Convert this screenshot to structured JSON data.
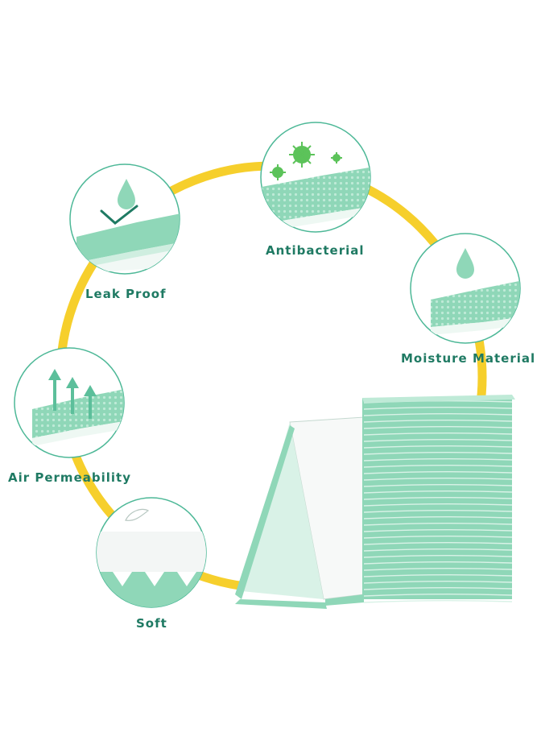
{
  "colors": {
    "ring": "#f6cf2c",
    "text": "#1f7a63",
    "badge_border": "#4db897",
    "pad_green": "#8fd7b8",
    "pad_light": "#d9f2e7",
    "virus": "#5cc35a"
  },
  "features": [
    {
      "key": "leak",
      "label": "Leak Proof",
      "icon": "water-drop-deflect-icon"
    },
    {
      "key": "antibacterial",
      "label": "Antibacterial",
      "icon": "virus-icon"
    },
    {
      "key": "moisture",
      "label": "Moisture Material",
      "icon": "water-drop-icon"
    },
    {
      "key": "air",
      "label": "Air Permeability",
      "icon": "arrow-up-icon"
    },
    {
      "key": "soft",
      "label": "Soft",
      "icon": "feather-icon"
    }
  ]
}
